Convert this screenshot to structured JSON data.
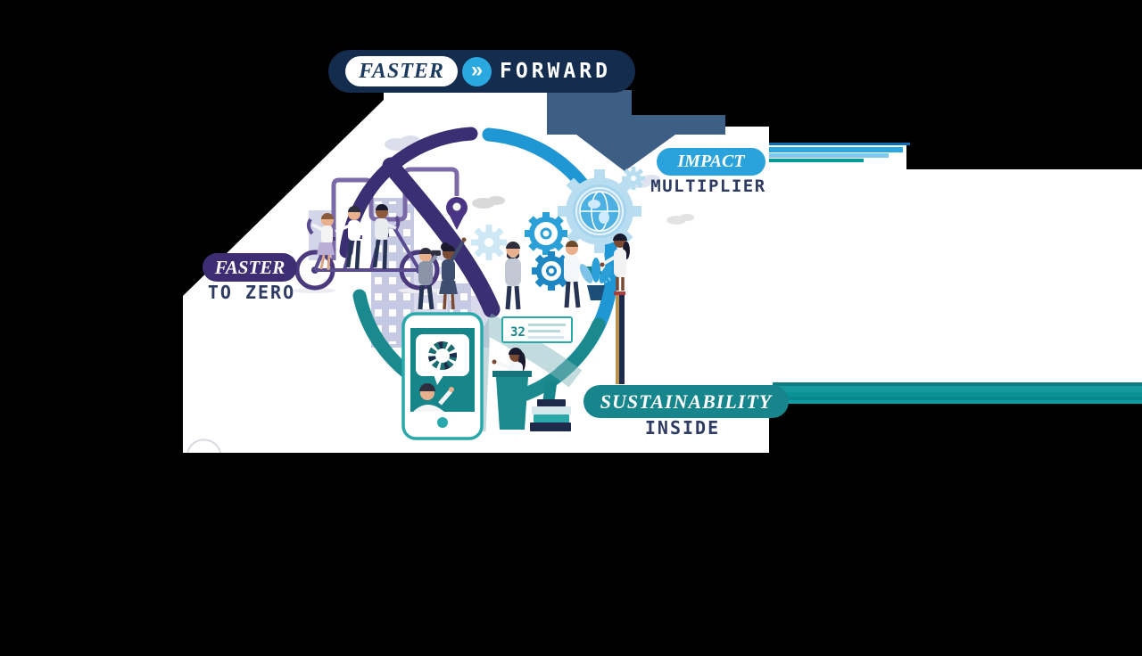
{
  "canvas": {
    "background": "#000000",
    "art_background": "#ffffff"
  },
  "logo": {
    "primary": "FASTER",
    "secondary": "FORWARD",
    "chevrons": "»",
    "pill_color": "#142c4e",
    "circle_color": "#2aa9e0",
    "primary_text_color": "#1c3a60"
  },
  "labels": {
    "faster_to_zero": {
      "pill": "FASTER",
      "sub": "TO ZERO",
      "pill_color": "#3d2e73",
      "sub_color": "#2e3b63"
    },
    "impact_multiplier": {
      "pill": "IMPACT",
      "sub": "MULTIPLIER",
      "pill_color": "#2aa3dd",
      "sub_color": "#2e3b63"
    },
    "sustainability_inside": {
      "pill": "SUSTAINABILITY",
      "sub": "INSIDE",
      "pill_color": "#17858c",
      "sub_color": "#2e3b63"
    }
  },
  "illustration": {
    "podium_sign_number": "32",
    "scenes": [
      "tandem-bicycle-city-route",
      "gears-globe-growth",
      "smartphone-presentation"
    ],
    "icons": [
      "tandem-bicycle",
      "city-buildings",
      "route-line",
      "location-pin",
      "binoculars-man",
      "pointing-woman",
      "large-gear-globe",
      "small-gears",
      "thinking-man",
      "watering-man",
      "watering-can",
      "plant",
      "woman-on-pole",
      "smartphone",
      "speech-bubble-donut-chart",
      "video-call-person",
      "podium-speaker",
      "sign-board",
      "books",
      "clouds",
      "speed-lines-blue",
      "speed-lines-teal"
    ]
  },
  "colors": {
    "purple_arc": "#3b2f73",
    "blue_arc": "#1f97d4",
    "teal_arc": "#1a8a8f",
    "slate_shape": "#3d5f85",
    "building": "#c5c9e2",
    "building_light": "#d9dbec",
    "gear_light": "#b8ddf1",
    "gear_blue": "#2b9fd8",
    "globe": "#4db0e2",
    "streak_blue": "#2aa9e0",
    "streak_teal": "#16999d",
    "navy": "#1d2a4a"
  }
}
